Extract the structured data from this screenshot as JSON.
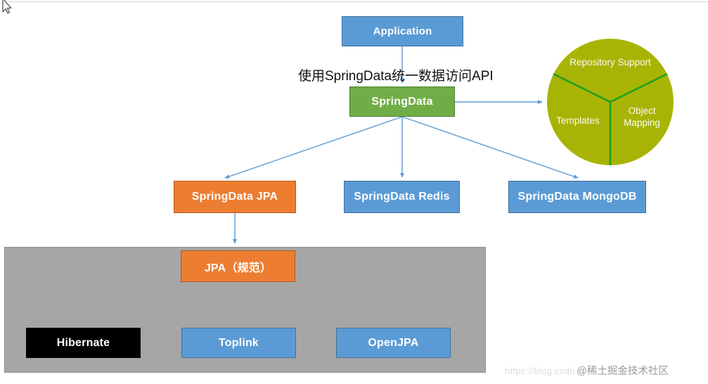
{
  "canvas": {
    "connector_color": "#5B9BD5"
  },
  "caption": "使用SpringData统一数据访问API",
  "nodes": {
    "application": {
      "label": "Application",
      "fill": "#5B9BD5",
      "border": "#41719C",
      "text_color": "#FFFFFF"
    },
    "springdata": {
      "label": "SpringData",
      "fill": "#70AD47",
      "border": "#507E32",
      "text_color": "#FFFFFF"
    },
    "springdata_jpa": {
      "label": "SpringData JPA",
      "fill": "#ED7D31",
      "border": "#AE5A21",
      "text_color": "#FFFFFF"
    },
    "springdata_redis": {
      "label": "SpringData Redis",
      "fill": "#5B9BD5",
      "border": "#41719C",
      "text_color": "#FFFFFF"
    },
    "springdata_mongodb": {
      "label": "SpringData MongoDB",
      "fill": "#5B9BD5",
      "border": "#41719C",
      "text_color": "#FFFFFF"
    },
    "jpa_spec": {
      "label": "JPA（规范）",
      "fill": "#ED7D31",
      "border": "#AE5A21",
      "text_color": "#FFFFFF"
    },
    "hibernate": {
      "label": "Hibernate",
      "fill": "#000000",
      "border": "#000000",
      "text_color": "#FFFFFF"
    },
    "toplink": {
      "label": "Toplink",
      "fill": "#5B9BD5",
      "border": "#41719C",
      "text_color": "#FFFFFF"
    },
    "openjpa": {
      "label": "OpenJPA",
      "fill": "#5B9BD5",
      "border": "#41719C",
      "text_color": "#FFFFFF"
    }
  },
  "jpa_group": {
    "fill": "#A6A6A6",
    "border": "#8F8F8F"
  },
  "pie": {
    "fill": "#A8B405",
    "border": "#1BA01B",
    "labels": {
      "top": "Repository Support",
      "left": "Templates",
      "right": "Object Mapping"
    }
  },
  "watermark": {
    "url": "https://blog.csdn.",
    "community": "@稀土掘金技术社区"
  },
  "icons": {
    "cursor": "arrow-pointer"
  }
}
